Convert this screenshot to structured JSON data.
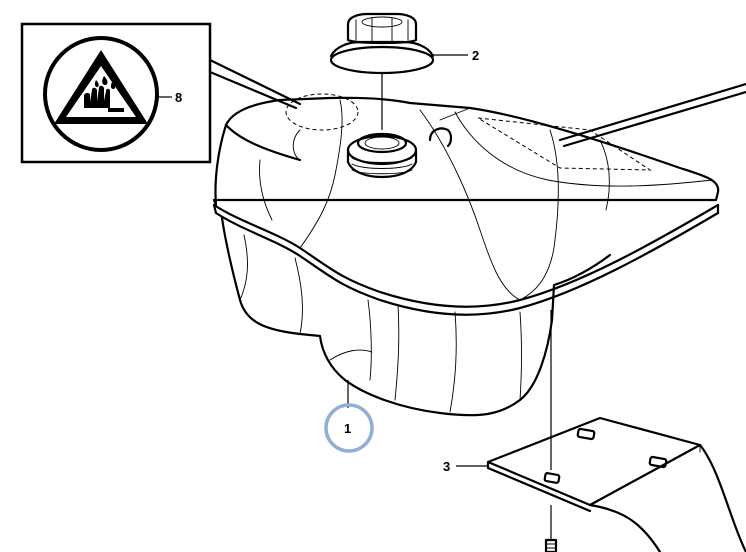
{
  "callouts": [
    {
      "id": "1",
      "label": "1",
      "part": "reservoir",
      "highlighted": true
    },
    {
      "id": "2",
      "label": "2",
      "part": "cap"
    },
    {
      "id": "3",
      "label": "3",
      "part": "bracket"
    },
    {
      "id": "8",
      "label": "8",
      "part": "warning-label"
    }
  ],
  "colors": {
    "line": "#000000",
    "highlight_circle": "#8fb0d6",
    "background": "#ffffff"
  },
  "icons": {
    "warning": "hot-liquid-hand-warning-icon"
  }
}
